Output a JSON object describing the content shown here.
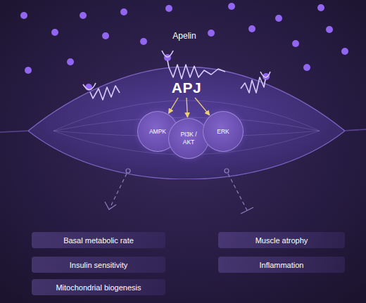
{
  "diagram": {
    "nodes": [
      {
        "text": [
          "APJ"
        ]
      },
      {
        "text": [
          "AMPK"
        ],
        "in": 0
      },
      {
        "text": [
          "PI3K / AKT"
        ],
        "in": 0
      },
      {
        "text": [
          "ERK"
        ],
        "in": 0
      },
      {
        "text": [
          "Basal metabolic rate"
        ]
      },
      {
        "text": [
          "Muscle atrophy"
        ]
      },
      {
        "text": [
          "Insulin sensitivity"
        ]
      },
      {
        "text": [
          "Inflammation"
        ]
      },
      {
        "text": [
          "Mitochondrial biogenesis"
        ]
      }
    ],
    "edges": [
      {
        "from": 0,
        "to": 1,
        "arrow": "to"
      },
      {
        "from": 0,
        "to": 2,
        "arrow": "to"
      },
      {
        "from": 0,
        "to": 3,
        "arrow": "to"
      }
    ],
    "labels": [
      "Apelin"
    ]
  }
}
